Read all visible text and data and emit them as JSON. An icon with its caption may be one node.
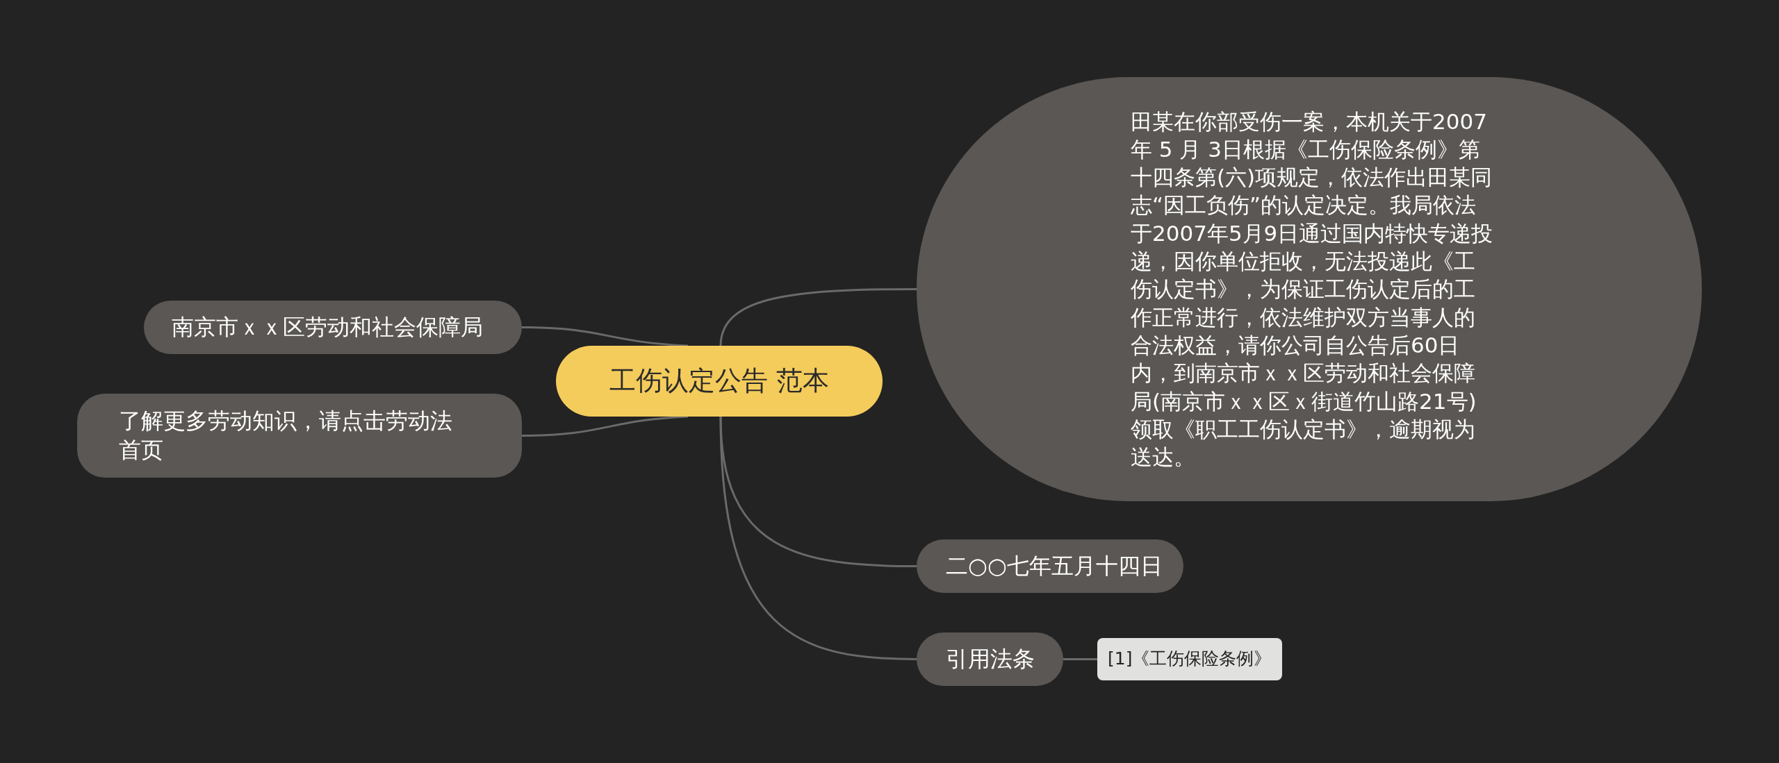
{
  "diagram": {
    "nodes": [
      {
        "text": [
          "工伤认定公告 范本"
        ]
      },
      {
        "text": [
          "南京市ｘｘ区劳动和社会保障局"
        ]
      },
      {
        "text": [
          "了解更多劳动知识，请点击劳动法首页"
        ]
      },
      {
        "text": [
          "田某在你部受伤一案，本机关于2007 年 5 月 3日根据《工伤保险条例》第十四条第(六)项规定，依法作出田某同志“因工负伤”的认定决定。我局依法于2007年5月9日通过国内特快专递投递，因你单位拒收，无法投递此《工伤认定书》，为保证工伤认定后的工作正常进行，依法维护双方当事人的合法权益，请你公司自公告后60日内，到南京市ｘｘ区劳动和社会保障局(南京市ｘｘ区ｘ街道竹山路21号)领取《职工工伤认定书》，逾期视为送达。"
        ]
      },
      {
        "text": [
          "二○○七年五月十四日"
        ]
      },
      {
        "text": [
          "引用法条"
        ]
      },
      {
        "text": [
          "[1]《工伤保险条例》"
        ]
      }
    ],
    "edges": [
      {
        "from": 0,
        "to": 1,
        "arrow": "none"
      },
      {
        "from": 0,
        "to": 2,
        "arrow": "none"
      },
      {
        "from": 0,
        "to": 3,
        "arrow": "none"
      },
      {
        "from": 0,
        "to": 4,
        "arrow": "none"
      },
      {
        "from": 0,
        "to": 5,
        "arrow": "none"
      },
      {
        "from": 5,
        "to": 6,
        "arrow": "none"
      }
    ]
  }
}
